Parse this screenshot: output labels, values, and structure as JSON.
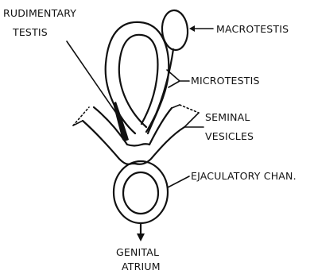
{
  "labels": {
    "rudimentary_testis_line1": "RUDIMENTARY",
    "rudimentary_testis_line2": "TESTIS",
    "macrotestis": "MACROTESTIS",
    "microtestis": "MICROTESTIS",
    "seminal_vesicles_line1": "SEMINAL",
    "seminal_vesicles_line2": "VESICLES",
    "ejaculatory_channel": "EJACULATORY CHAN.",
    "genital_atrium_line1": "GENITAL",
    "genital_atrium_line2": "ATRIUM"
  }
}
